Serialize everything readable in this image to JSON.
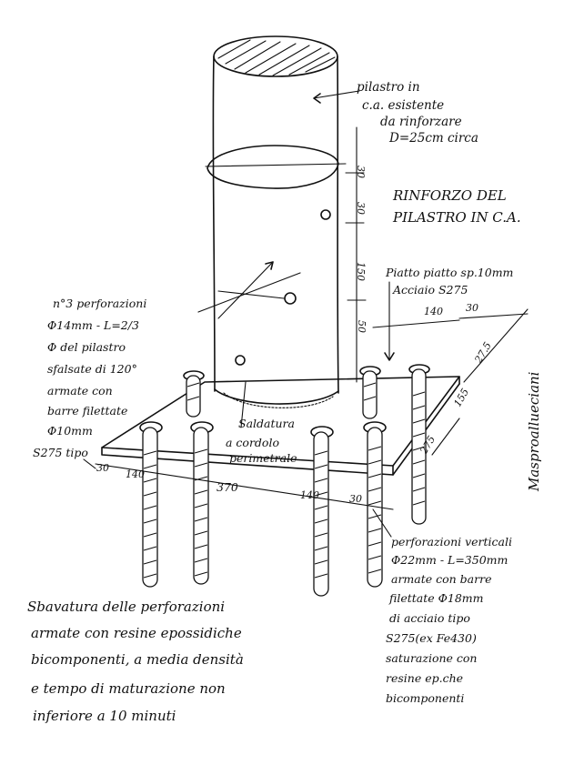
{
  "labels": {
    "column_note": [
      "pilastro in",
      "c.a. esistente",
      "da rinforzare",
      "D=25cm circa"
    ],
    "title": [
      "RINFORZO DEL",
      "PILASTRO IN C.A."
    ],
    "plate_note": [
      "Piatto piatto sp.10mm",
      "Acciaio S275"
    ],
    "perforations_note": [
      "n°3 perforazioni",
      "Φ14mm - L=2/3",
      "Φ del pilastro",
      "sfalsate di 120°",
      "armate con",
      "barre filettate",
      "Φ10mm",
      "S275 tipo"
    ],
    "weld_note": [
      "Saldatura",
      "a cordolo",
      "perimetrale"
    ],
    "vertical_note": [
      "perforazioni verticali",
      "Φ22mm - L=350mm",
      "armate con barre",
      "filettate Φ18mm",
      "di acciaio tipo",
      "S275(ex Fe430)",
      "saturazione con",
      "resine ep.che",
      "bicomponenti"
    ],
    "bottom_note": [
      "Sbavatura delle perforazioni",
      "armate con resine epossidiche",
      "bicomponenti, a media densità",
      "e tempo di maturazione non",
      "inferiore a 10 minuti"
    ],
    "signature": "Masproallueciani"
  },
  "dimensions": {
    "d30a": "30",
    "d140a": "140",
    "d370": "370",
    "d140b": "140",
    "d30b": "30",
    "top140": "140",
    "top30": "30",
    "r275a": "27.5",
    "r155": "155",
    "r275b": "275",
    "v30a": "30",
    "v30b": "30",
    "v150": "150",
    "v50": "50"
  }
}
